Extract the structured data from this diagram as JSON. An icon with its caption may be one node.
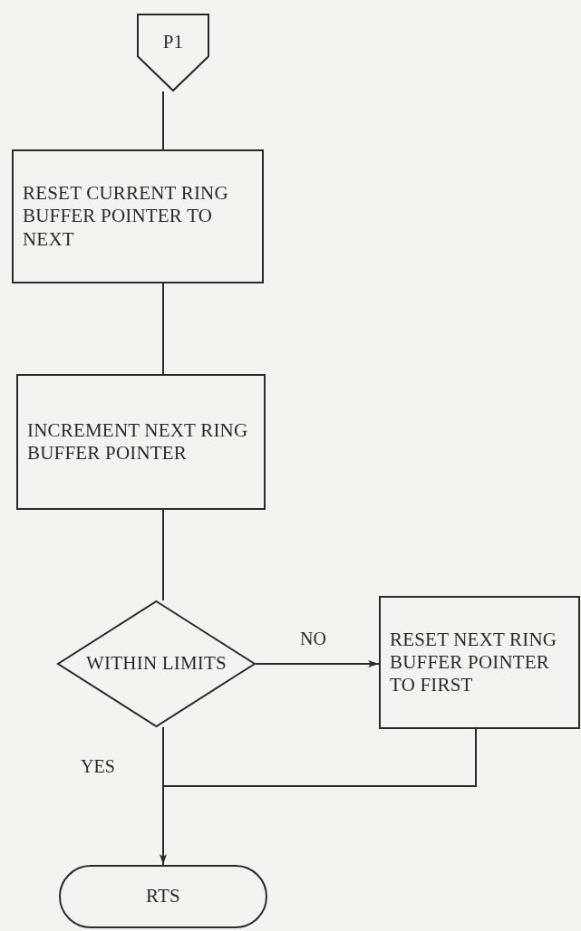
{
  "diagram": {
    "nodes": [
      {
        "text": [
          "P1"
        ]
      },
      {
        "text": [
          "RESET CURRENT RING BUFFER POINTER TO NEXT"
        ]
      },
      {
        "text": [
          "INCREMENT NEXT RING BUFFER POINTER"
        ]
      },
      {
        "text": [
          "WITHIN LIMITS"
        ]
      },
      {
        "text": [
          "RESET NEXT RING BUFFER POINTER TO FIRST"
        ]
      },
      {
        "text": [
          "RTS"
        ]
      }
    ],
    "edges": [
      {
        "from": 0,
        "to": 1,
        "arrow": "none"
      },
      {
        "from": 1,
        "to": 2,
        "arrow": "none"
      },
      {
        "from": 2,
        "to": 3,
        "arrow": "none"
      },
      {
        "from": 3,
        "to": 4,
        "arrow": "to",
        "label": "NO"
      },
      {
        "from": 3,
        "to": 5,
        "arrow": "none",
        "label": "YES"
      },
      {
        "from": 4,
        "to": 5,
        "arrow": "to"
      }
    ]
  }
}
